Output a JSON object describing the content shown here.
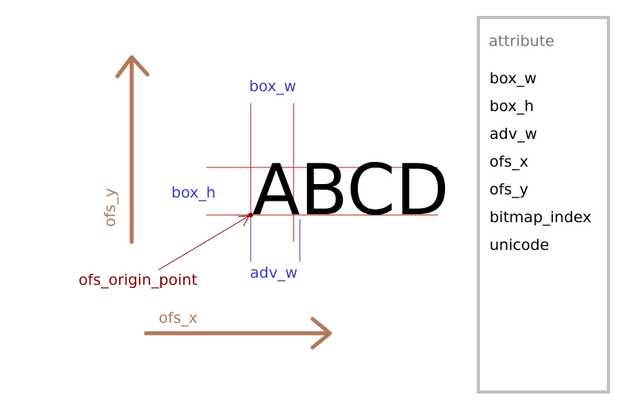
{
  "diagram": {
    "glyph_text": "ABCD",
    "labels": {
      "box_w": "box_w",
      "box_h": "box_h",
      "adv_w": "adv_w",
      "ofs_x": "ofs_x",
      "ofs_y": "ofs_y",
      "ofs_origin_point": "ofs_origin_point"
    },
    "colors": {
      "guide_line": "#b22222",
      "dimension_label": "#3b3bc0",
      "axis_arrow": "#b07a5a",
      "origin_label": "#8b0000"
    }
  },
  "attribute_panel": {
    "title": "attribute",
    "items": [
      "box_w",
      "box_h",
      "adv_w",
      "ofs_x",
      "ofs_y",
      "bitmap_index",
      "unicode"
    ]
  }
}
